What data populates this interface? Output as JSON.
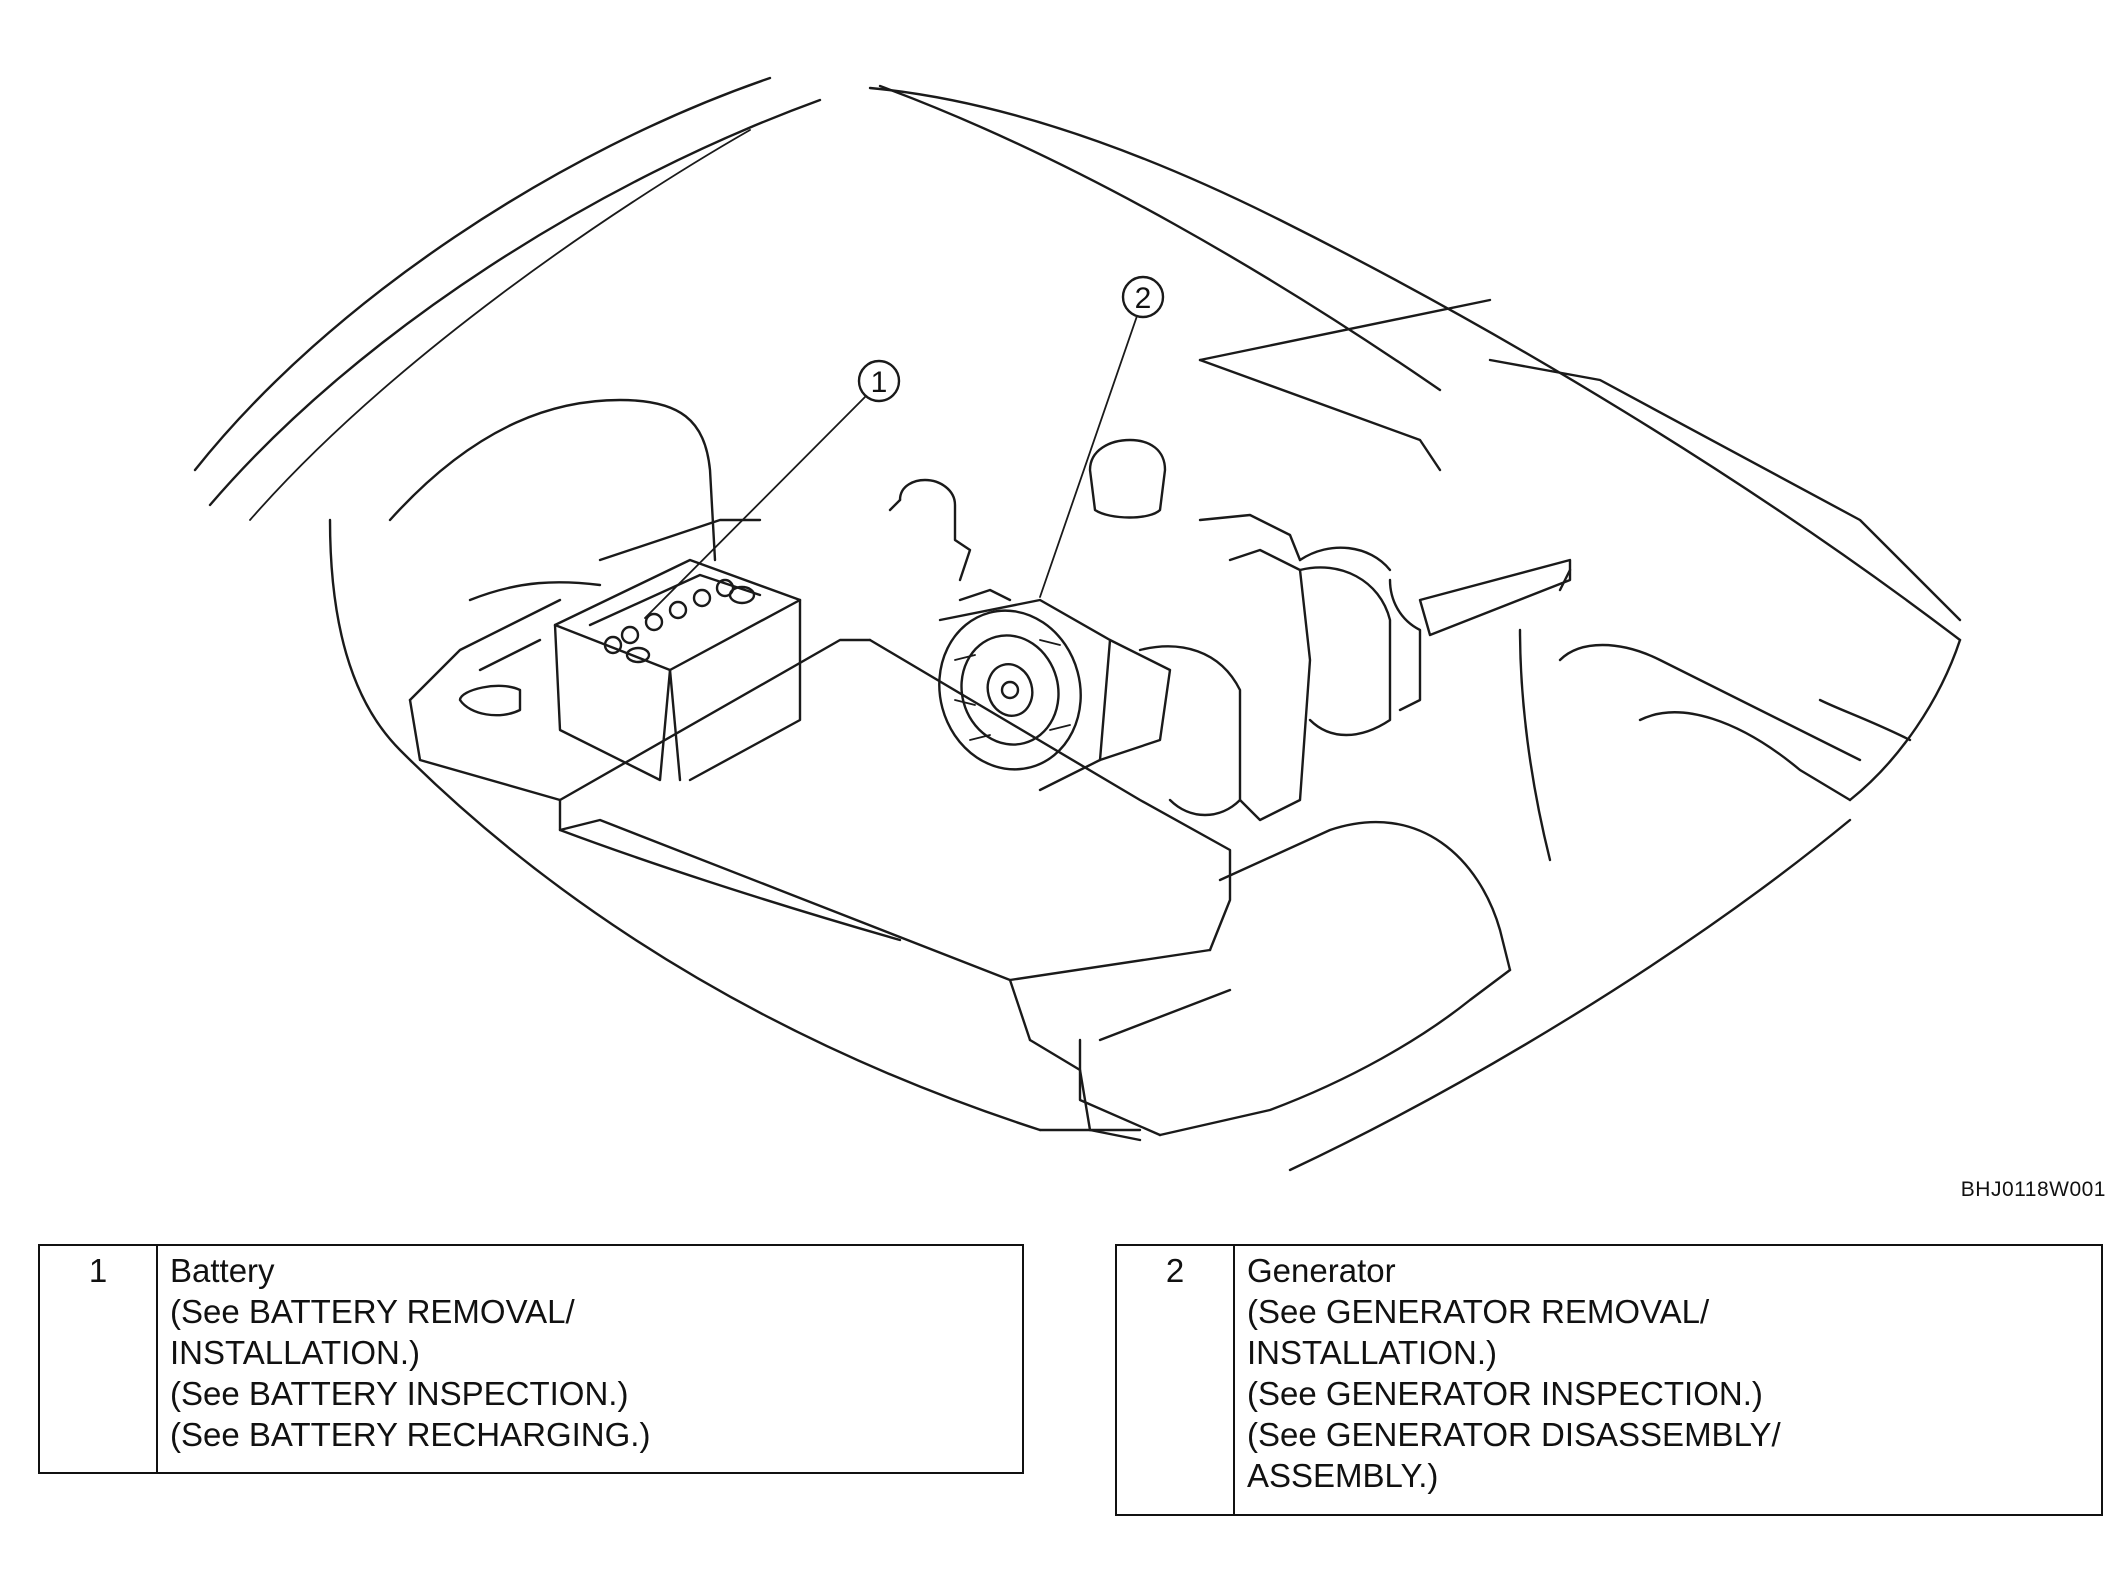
{
  "figure_code": "BHJ0118W001",
  "callouts": [
    {
      "number": "1",
      "component": "Battery"
    },
    {
      "number": "2",
      "component": "Generator"
    }
  ],
  "legend": [
    {
      "number": "1",
      "lines": [
        "Battery",
        "(See BATTERY REMOVAL/",
        "INSTALLATION.)",
        "(See BATTERY INSPECTION.)",
        "(See BATTERY RECHARGING.)"
      ]
    },
    {
      "number": "2",
      "lines": [
        "Generator",
        "(See GENERATOR REMOVAL/",
        "INSTALLATION.)",
        "(See GENERATOR INSPECTION.)",
        "(See GENERATOR DISASSEMBLY/",
        "ASSEMBLY.)"
      ]
    }
  ]
}
